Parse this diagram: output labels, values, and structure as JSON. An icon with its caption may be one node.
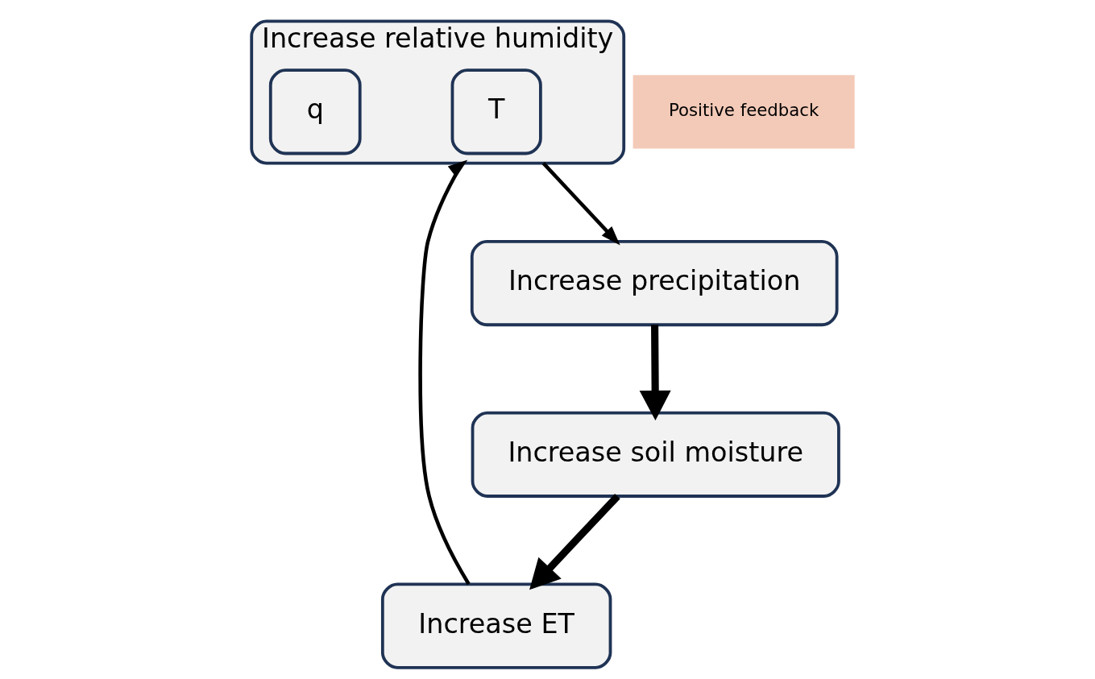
{
  "diagram": {
    "nodes": [
      {
        "text": [
          "Increase ET"
        ]
      },
      {
        "text": [
          "Increase soil moisture"
        ]
      },
      {
        "text": [
          "Positive feedback"
        ]
      },
      {
        "text": [
          "Increase relative humidity"
        ]
      },
      {
        "text": [
          "T"
        ],
        "in": 3
      },
      {
        "text": [
          "q"
        ],
        "in": 3
      },
      {
        "text": [
          "Increase precipitation"
        ]
      }
    ],
    "edges": [
      {
        "from": 1,
        "to": 0,
        "arrow": "to",
        "style": "thick"
      },
      {
        "from": 0,
        "to": 3,
        "arrow": "to"
      },
      {
        "from": 3,
        "to": 6,
        "arrow": "to"
      },
      {
        "from": 6,
        "to": 1,
        "arrow": "to",
        "style": "thick"
      }
    ]
  }
}
